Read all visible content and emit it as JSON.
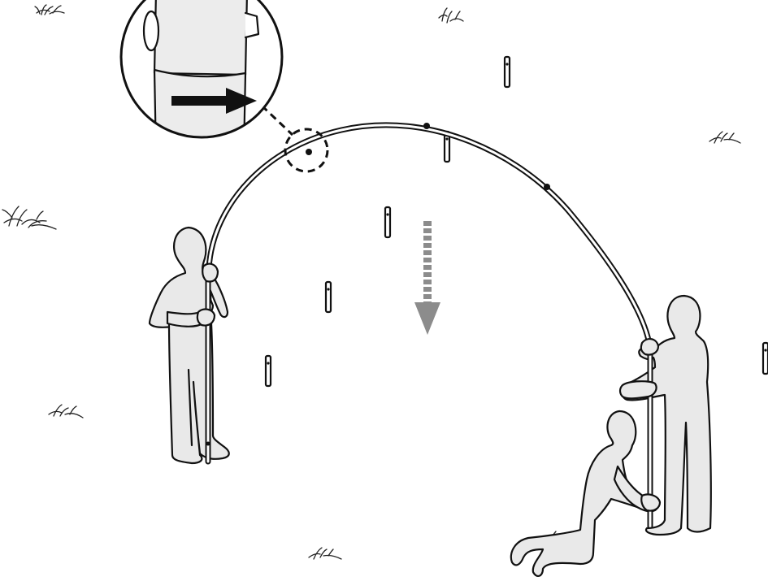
{
  "illustration": {
    "kind": "tent-pole-assembly-instruction",
    "colors": {
      "background": "#ffffff",
      "ink": "#111111",
      "figure_fill": "#e9e9e9",
      "hint_arrow": "#8c8c8c"
    },
    "icons": [
      "tent-pole-arc",
      "person-standing-icon",
      "person-kneeling-icon",
      "ground-stake-icon",
      "grass-tuft-icon",
      "down-arrow-icon",
      "magnifier-callout",
      "push-arrow-icon"
    ]
  }
}
